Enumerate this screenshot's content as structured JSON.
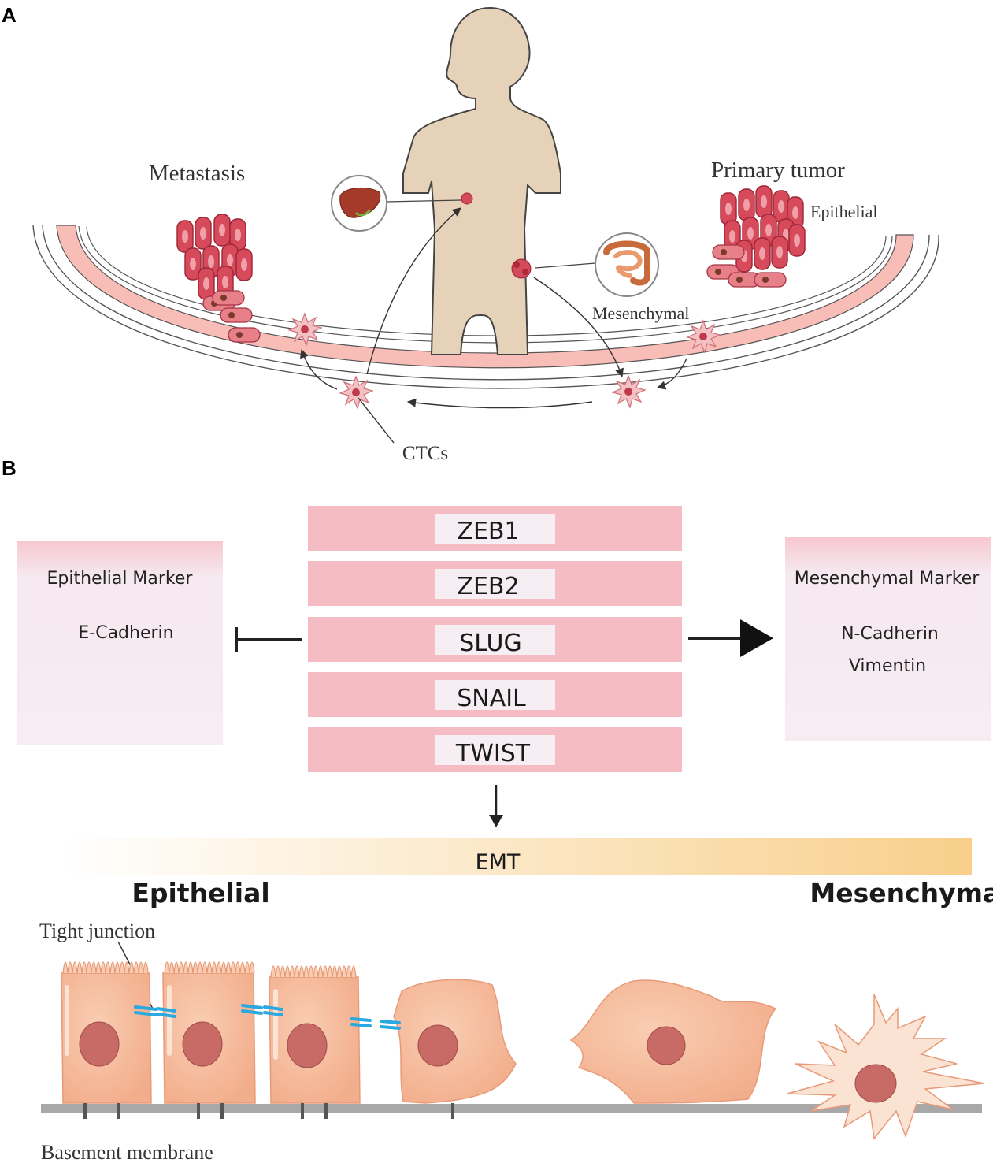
{
  "panel_a": {
    "letter": "A",
    "labels": {
      "metastasis": "Metastasis",
      "primary_tumor": "Primary tumor",
      "epithelial": "Epithelial",
      "mesenchymal": "Mesenchymal",
      "ctcs": "CTCs"
    },
    "icons": [
      "human-body-icon",
      "liver-icon",
      "intestine-icon",
      "tumor-cell-cluster-icon",
      "ctc-cell-icon"
    ]
  },
  "panel_b": {
    "letter": "B",
    "epithelial_box": {
      "title": "Epithelial Marker",
      "items": [
        "E-Cadherin"
      ]
    },
    "mesenchymal_box": {
      "title": "Mesenchymal Marker",
      "items": [
        "N-Cadherin",
        "Vimentin"
      ]
    },
    "transcription_factors": [
      "ZEB1",
      "ZEB2",
      "SLUG",
      "SNAIL",
      "TWIST"
    ],
    "emt_bar": {
      "label": "EMT",
      "left_label": "Epithelial",
      "right_label": "Mesenchymal"
    },
    "tight_junction_label": "Tight junction",
    "basement_membrane_label": "Basement membrane"
  },
  "colors": {
    "vessel_pink": "#f8bdb6",
    "tf_pink": "#f6bcc4",
    "tf_label_bg": "#f7eef3",
    "marker_box": "#f6ecf2",
    "cell_peach": "#f7bfa0",
    "nucleus": "#c86a66",
    "tumor_red": "#d34a5c",
    "body_beige": "#e6d2b8",
    "emt_gold": "#f8cf8b",
    "junction_blue": "#2aa8e0"
  }
}
